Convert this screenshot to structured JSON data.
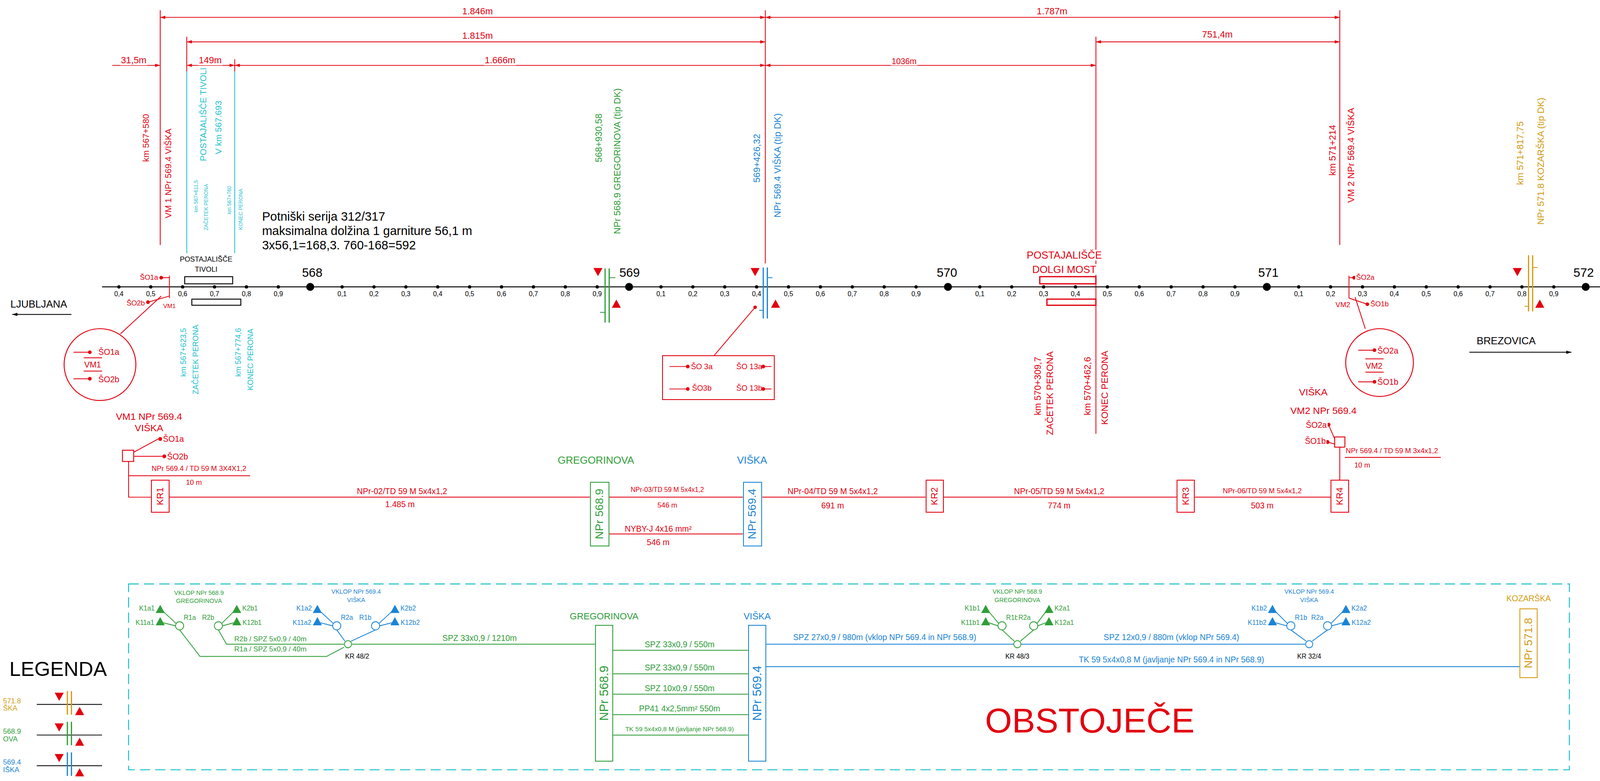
{
  "diagram": {
    "nodes": [
      {
        "text": [
          "ŠO1a",
          "VM1",
          "ŠO2b"
        ]
      },
      {
        "text": [
          "ŠO 3a",
          "ŠO 13a",
          "ŠO3b",
          "ŠO 13b"
        ]
      },
      {
        "text": [
          "ŠO2a",
          "VM2",
          "ŠO1b"
        ]
      },
      {
        "text": [
          "KR1"
        ]
      },
      {
        "text": [
          "NPr 568.9"
        ]
      },
      {
        "text": [
          "NPr 569.4"
        ]
      },
      {
        "text": [
          "KR2"
        ]
      },
      {
        "text": [
          "KR3"
        ]
      },
      {
        "text": [
          "KR4"
        ]
      },
      {
        "text": [
          "NPr 568.9"
        ]
      },
      {
        "text": [
          "NPr 569.4"
        ]
      },
      {
        "text": [
          "NPr 571.8"
        ]
      }
    ],
    "edges": [
      {
        "from": 3,
        "to": 4,
        "arrow": "none",
        "label": "NPr-02/TD 59 M 5x4x1,2"
      },
      {
        "from": 4,
        "to": 5,
        "arrow": "none",
        "label": "NPr-03/TD 59 M 5x4x1,2"
      },
      {
        "from": 4,
        "to": 5,
        "arrow": "none",
        "label": "NYBY-J 4x16 mm²"
      },
      {
        "from": 5,
        "to": 6,
        "arrow": "none",
        "label": "NPr-04/TD 59 M 5x4x1,2"
      },
      {
        "from": 6,
        "to": 7,
        "arrow": "none",
        "label": "NPr-05/TD 59 M 5x4x1,2"
      },
      {
        "from": 7,
        "to": 8,
        "arrow": "none",
        "label": "NPr-06/TD 59 M 5x4x1,2"
      },
      {
        "from": 9,
        "to": 10,
        "arrow": "none",
        "label": "SPZ 33x0,9 / 550m"
      },
      {
        "from": 9,
        "to": 10,
        "arrow": "none",
        "label": "SPZ 33x0,9 / 550m"
      },
      {
        "from": 9,
        "to": 10,
        "arrow": "none",
        "label": "SPZ 10x0,9 / 550m"
      },
      {
        "from": 9,
        "to": 10,
        "arrow": "none",
        "label": "PP41 4x2,5mm² 550m"
      },
      {
        "from": 9,
        "to": 10,
        "arrow": "none",
        "label": "TK 59 5x4x0,8 M (javljanje NPr 568.9)"
      },
      {
        "from": 10,
        "to": 11,
        "arrow": "none",
        "label": "TK 59 5x4x0,8 M (javljanje NPr 569.4 in NPr 568.9)"
      }
    ],
    "labels": [
      "1.846m",
      "1.787m",
      "1.815m",
      "751,4m",
      "31,5m",
      "149m",
      "1.666m",
      "1036m",
      "km 567+580",
      "VM 1 NPr 569.4 VIŠKA",
      "POSTAJALIŠČE TIVOLI",
      "V km 567.693",
      "km 567+611,5",
      "ZAČETEK PERONA",
      "km 567+760",
      "KONEC PERONA",
      "568+930,58",
      "NPr 568.9 GREGORINOVA (tip DK)",
      "569+426,32",
      "NPr 569.4 VIŠKA (tip DK)",
      "km 571+214",
      "VM 2 NPr 569.4 VIŠKA",
      "km 571+817,75",
      "NPr 571.8 KOZARŠKA (tip DK)",
      "Potniški serija 312/317",
      "maksimalna dolžina 1 garniture 56,1 m",
      "3x56,1=168,3. 760-168=592",
      "POSTAJALIŠČE",
      "TIVOLI",
      "POSTAJALIŠČE",
      "DOLGI MOST",
      "568",
      "569",
      "570",
      "571",
      "572",
      "0,4",
      "0,5",
      "0,6",
      "0,7",
      "0,8",
      "0,9",
      "0,1",
      "0,2",
      "0,3",
      "0,4",
      "0,5",
      "0,6",
      "0,7",
      "0,8",
      "0,9",
      "0,1",
      "0,2",
      "0,3",
      "0,4",
      "0,5",
      "0,6",
      "0,7",
      "0,8",
      "0,9",
      "0,1",
      "0,2",
      "0,3",
      "0,4",
      "0,5",
      "0,6",
      "0,7",
      "0,8",
      "0,9",
      "0,1",
      "0,2",
      "0,3",
      "0,4",
      "0,5",
      "0,6",
      "0,7",
      "0,8",
      "0,9",
      "ŠO1a",
      "ŠO2b",
      "VM1",
      "ŠO2a",
      "ŠO1b",
      "VM2",
      "km 567+623,5",
      "ZAČETEK PERONA",
      "km 567+774,6",
      "KONEC PERONA",
      "km 570+309,7",
      "ZAČETEK PERONA",
      "km 570+462,6",
      "KONEC PERONA",
      "VM1 NPr 569.4",
      "VIŠKA",
      "ŠO1a",
      "ŠO2b",
      "NPr 569.4 / TD 59 M 3X4X1,2",
      "10 m",
      "1.485 m",
      "GREGORINOVA",
      "VIŠKA",
      "546 m",
      "546 m",
      "691 m",
      "774 m",
      "503 m",
      "VIŠKA",
      "VM2 NPr 569.4",
      "ŠO2a",
      "ŠO1b",
      "NPr 569.4 / TD 59 M 3x4x1,2",
      "10 m",
      "GREGORINOVA",
      "VIŠKA",
      "KOZARŠKA",
      "SPZ 33x0,9 / 1210m",
      "SPZ 27x0,9 / 980m (vklop NPr 569.4 in NPr 568.9)",
      "SPZ 12x0,9 / 880m (vklop NPr 569.4)",
      "R2b / SPZ 5x0,9 / 40m",
      "R1a / SPZ 5x0,9 / 40m",
      "VKLOP NPr 568.9",
      "GREGORINOVA",
      "K1a1",
      "K11a1",
      "R1a",
      "R2b",
      "K2b1",
      "K12b1",
      "VKLOP NPr 569.4",
      "VIŠKA",
      "K1a2",
      "K11a2",
      "R2a",
      "R1b",
      "K2b2",
      "K12b2",
      "KR 48/2",
      "VKLOP NPr 568.9",
      "GREGORINOVA",
      "K1b1",
      "K11b1",
      "R1b",
      "R2a",
      "K2a1",
      "K12a1",
      "KR 48/3",
      "VKLOP NPr 569.4",
      "VIŠKA",
      "K1b2",
      "K11b2",
      "R1b",
      "R2a",
      "K2a2",
      "K12a2",
      "KR 32/4",
      "OBSTOJEČE",
      "LEGENDA",
      "LJUBLJANA",
      "BREZOVICA"
    ],
    "legend": [
      {
        "text": "571.8 ŠKA"
      },
      {
        "text": "568.9 OVA"
      },
      {
        "text": "569.4 IŠKA"
      }
    ]
  }
}
